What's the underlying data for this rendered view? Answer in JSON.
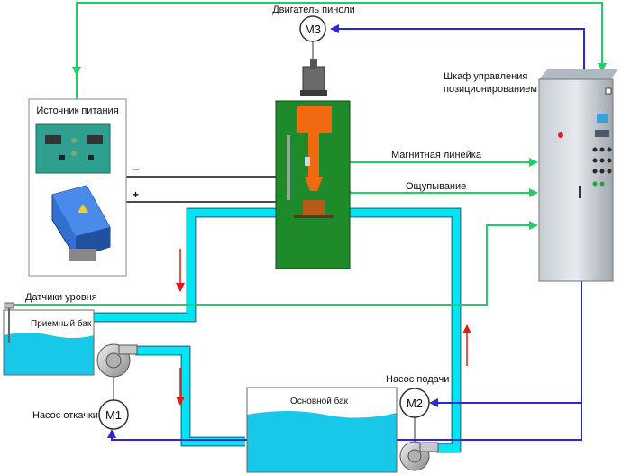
{
  "labels": {
    "motor_spindle": "Двигатель пиноли",
    "power_source": "Источник питания",
    "control_cabinet_line1": "Шкаф управления",
    "control_cabinet_line2": "позиционированием",
    "magnetic_ruler": "Магнитная линейка",
    "probing": "Ощупывание",
    "level_sensors": "Датчики уровня",
    "receiving_tank": "Приемный бак",
    "main_tank": "Основной бак",
    "pump_out": "Насос откачки",
    "pump_feed": "Насос подачи",
    "minus": "−",
    "plus": "+"
  },
  "motors": {
    "m1": "M1",
    "m2": "M2",
    "m3": "M3"
  },
  "colors": {
    "water": "#00e5f0",
    "water_tank": "#18c8e8",
    "signal_green": "#22cc66",
    "control_blue": "#2a2ad0",
    "machine_green": "#1f8a2a",
    "arrow_red": "#e01818",
    "part_orange": "#f26a10"
  }
}
